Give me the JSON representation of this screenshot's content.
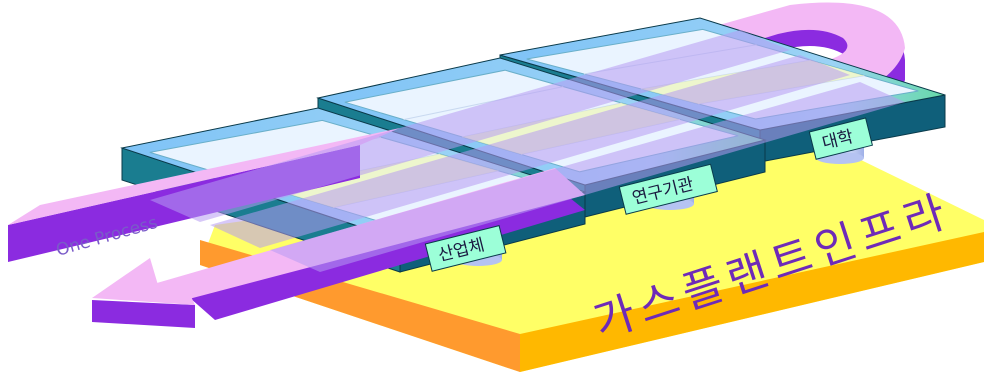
{
  "diagram": {
    "flow_label": "One Process",
    "base_label": "가스플랜트인프라",
    "modules": [
      {
        "label": "산업체"
      },
      {
        "label": "연구기관"
      },
      {
        "label": "대학"
      }
    ]
  },
  "colors": {
    "base_top": "#FFFF66",
    "base_front": "#FFB800",
    "base_side": "#FF9A2E",
    "base_text": "#6E2AB8",
    "tray_blue": "#7FC3F7",
    "tray_green": "#66D9A8",
    "tray_front": "#0F5F7A",
    "tray_side": "#1A7D90",
    "label_bg": "#9CFFD8",
    "arrow_light": "#F3B8F5",
    "arrow_dark": "#8B2BE0",
    "arrow_text": "#7A5BC8",
    "band": "#B79AF2"
  }
}
